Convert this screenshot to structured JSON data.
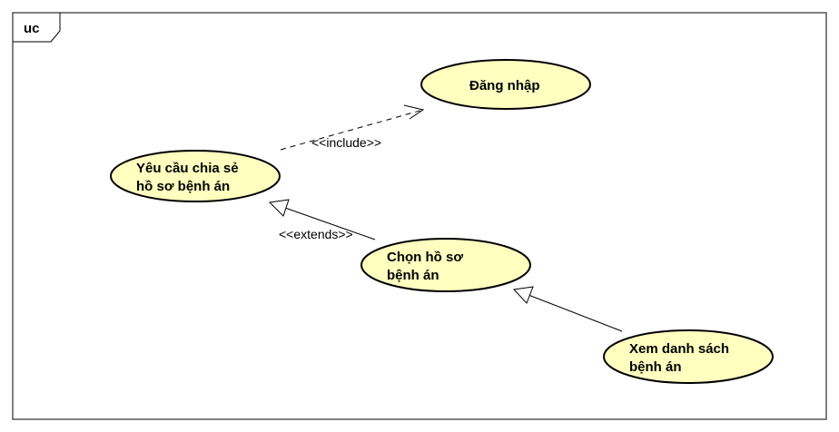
{
  "frame": {
    "label": "uc"
  },
  "colors": {
    "usecase_fill": "#ffffc0",
    "stroke": "#000000",
    "background": "#ffffff"
  },
  "use_cases": [
    {
      "id": "dang-nhap",
      "lines": [
        "Đăng nhập"
      ]
    },
    {
      "id": "yeu-cau",
      "lines": [
        "Yêu cầu chia sẻ",
        "hồ sơ bệnh án"
      ]
    },
    {
      "id": "chon-ho-so",
      "lines": [
        "Chọn hồ sơ",
        "bệnh án"
      ]
    },
    {
      "id": "xem-danh-sach",
      "lines": [
        "Xem danh sách",
        "bệnh án"
      ]
    }
  ],
  "relationships": [
    {
      "type": "include",
      "label": "<<include>>",
      "from": "yeu-cau",
      "to": "dang-nhap"
    },
    {
      "type": "extends",
      "label": "<<extends>>",
      "from": "chon-ho-so",
      "to": "yeu-cau"
    },
    {
      "type": "generalization",
      "label": "",
      "from": "xem-danh-sach",
      "to": "chon-ho-so"
    }
  ]
}
